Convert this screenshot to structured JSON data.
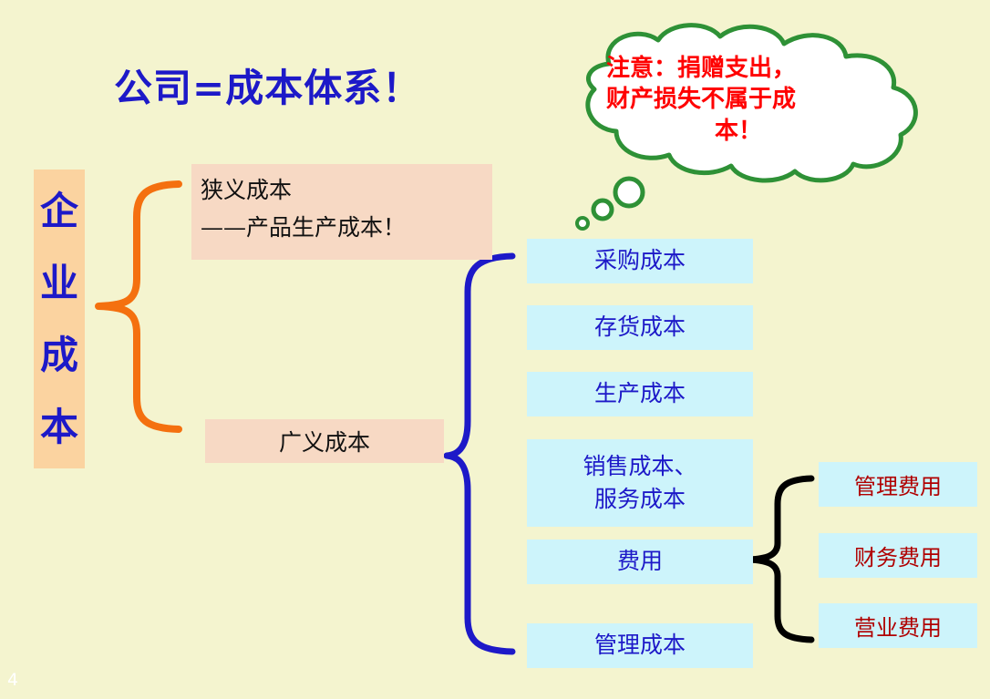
{
  "slide": {
    "page_number": "4",
    "background_color": "#f4f4cf",
    "title": "公司=成本体系！"
  },
  "left_label": {
    "name": "企业成本",
    "chars": [
      "企",
      "业",
      "成",
      "本"
    ],
    "background_color": "#fbd3a0",
    "text_color": "#1d19c8"
  },
  "narrow_cost": {
    "line1": "狭义成本",
    "line2": "——产品生产成本！",
    "background_color": "#f7d9c4"
  },
  "broad_cost": {
    "label": "广义成本",
    "background_color": "#f7d9c4"
  },
  "cloud": {
    "line1": "注意：捐赠支出，",
    "line2": "财产损失不属于成",
    "line3": "本！",
    "outline_color": "#2e9136",
    "text_color": "#ff0000",
    "fill_color": "#ffffff"
  },
  "braces": {
    "orange_color": "#f4700f",
    "blue_color": "#1d19c8",
    "black_color": "#000000"
  },
  "cost_items": [
    {
      "label": "采购成本"
    },
    {
      "label": "存货成本"
    },
    {
      "label": "生产成本"
    },
    {
      "label_line1": "销售成本、",
      "label_line2": "服务成本"
    },
    {
      "label": "费用"
    },
    {
      "label": "管理成本"
    }
  ],
  "expense_items": [
    {
      "label": "管理费用"
    },
    {
      "label": "财务费用"
    },
    {
      "label": "营业费用"
    }
  ],
  "colors": {
    "cyan_box": "#cdf4fb",
    "cyan_text_blue": "#1d19c8",
    "cyan_text_red": "#b00000"
  }
}
